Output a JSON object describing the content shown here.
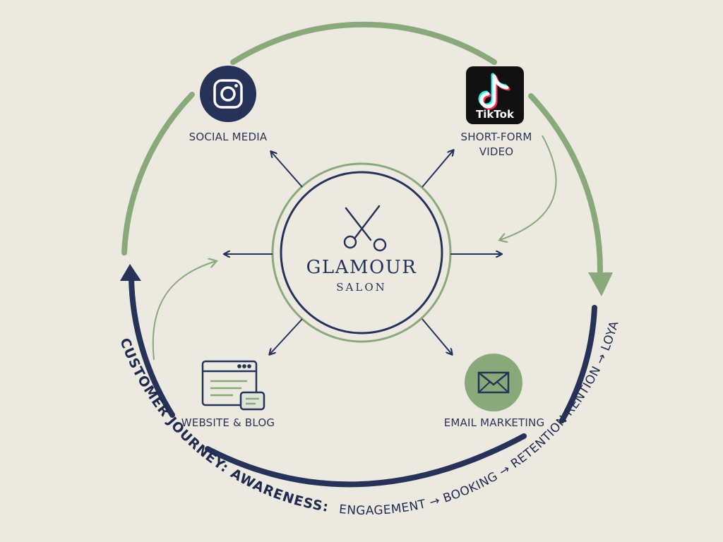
{
  "colors": {
    "background": "#ece9e1",
    "navy": "#263258",
    "green": "#8aa97a",
    "tiktok_bg": "#111111"
  },
  "center": {
    "icon": "scissors-icon",
    "title": "GLAMOUR",
    "subtitle": "SALON"
  },
  "channels": [
    {
      "label": "SOCIAL MEDIA",
      "icon": "instagram-icon"
    },
    {
      "label": "SHORT-FORM\nVIDEO",
      "icon": "tiktok-icon",
      "logo_text": "TikTok"
    },
    {
      "label": "WEBSITE & BLOG",
      "icon": "browser-window-icon"
    },
    {
      "label": "EMAIL MARKETING",
      "icon": "envelope-icon"
    }
  ],
  "journey": {
    "prefix": "CUSTOMER JOURNEY: AWARENESS:",
    "stages": "ENGAGEMENT → BOOKING → RETENTION RENTION → LOYALTY"
  }
}
